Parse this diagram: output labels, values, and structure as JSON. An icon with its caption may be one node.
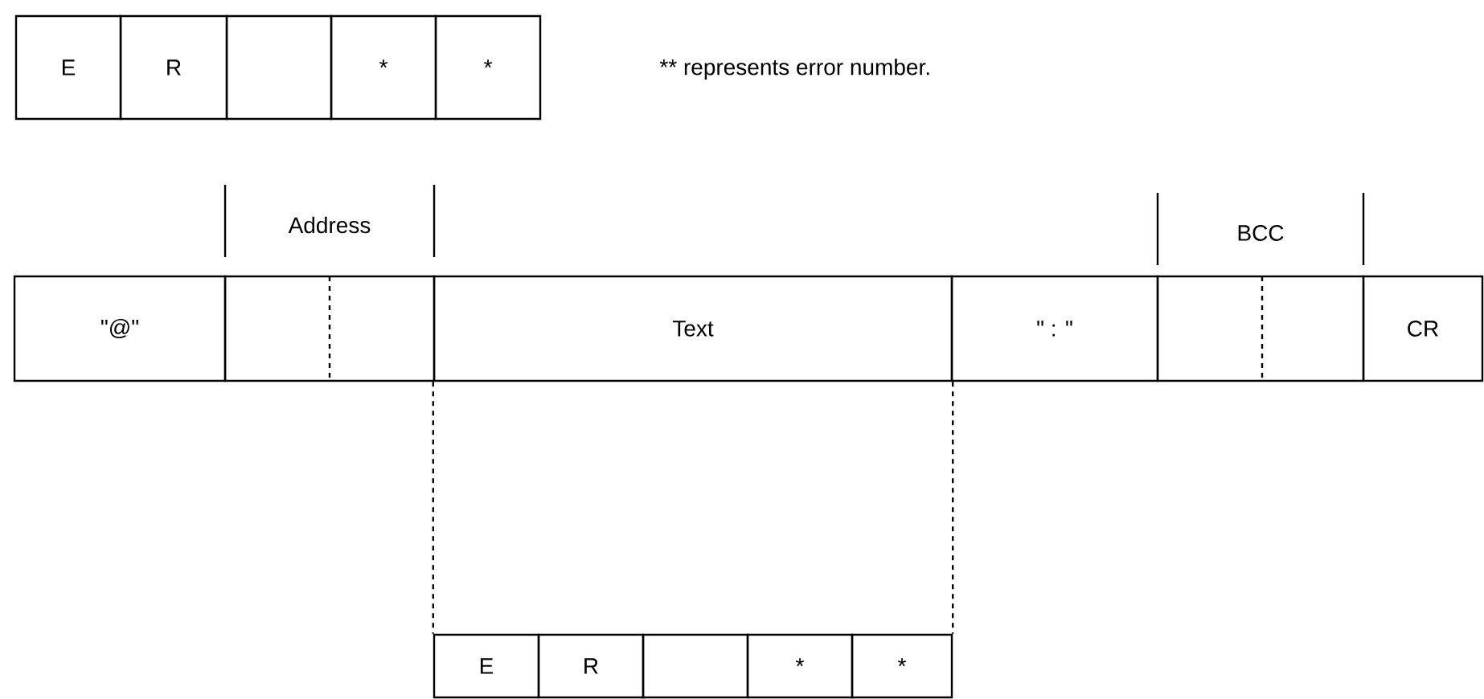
{
  "diagram": {
    "nodes": [
      {
        "text": [
          "E"
        ]
      },
      {
        "text": [
          "R"
        ]
      },
      {
        "text": [],
        "shape": "box"
      },
      {
        "text": [
          "*"
        ]
      },
      {
        "text": [
          "*"
        ]
      },
      {
        "text": [
          "\"@\""
        ]
      },
      {
        "text": [],
        "shape": "box"
      },
      {
        "text": [
          "Text"
        ]
      },
      {
        "text": [
          "\" : \""
        ]
      },
      {
        "text": [],
        "shape": "box"
      },
      {
        "text": [
          "CR"
        ]
      },
      {
        "text": [
          "E"
        ]
      },
      {
        "text": [
          "R"
        ]
      },
      {
        "text": [],
        "shape": "box"
      },
      {
        "text": [
          "*"
        ]
      },
      {
        "text": [
          "*"
        ]
      }
    ],
    "edges": [
      {
        "from": 7,
        "to": 11,
        "arrow": "none",
        "style": "dashed"
      },
      {
        "from": 7,
        "to": 15,
        "arrow": "none",
        "style": "dashed"
      }
    ],
    "labels": [
      "** represents error number.",
      "Address",
      "BCC"
    ]
  }
}
